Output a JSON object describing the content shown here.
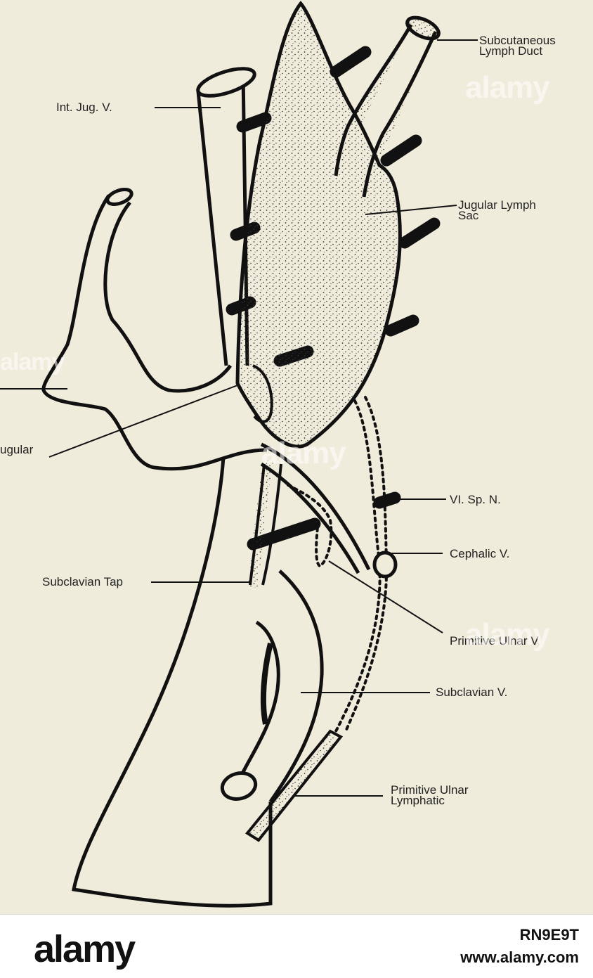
{
  "labels": {
    "subcutaneous_duct": "Subcutaneous\nLymph Duct",
    "int_jug_v": "Int. Jug. V.",
    "jugular_lymph_sac": "Jugular Lymph\nSac",
    "left_cut_label": "ugular",
    "vi_sp_n": "VI. Sp. N.",
    "cephalic_v": "Cephalic V.",
    "subclavian_tap": "Subclavian Tap",
    "primitive_ulnar_v": "Primitive Ulnar V",
    "subclavian_v": "Subclavian V.",
    "primitive_ulnar_lymphatic": "Primitive Ulnar\nLymphatic"
  },
  "watermark": {
    "text": "alamy"
  },
  "footer": {
    "logo": "alamy",
    "image_code": "RN9E9T",
    "url": "www.alamy.com"
  },
  "colors": {
    "background": "#f0ecdc",
    "ink": "#111111",
    "footer_bg": "#ffffff"
  }
}
